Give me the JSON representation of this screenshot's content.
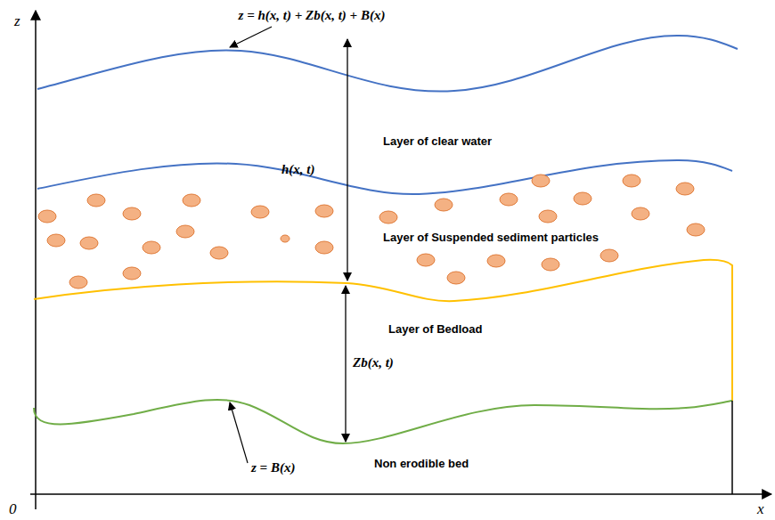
{
  "diagram": {
    "labels": [
      "z = h(x, t) + Zb(x, t) + B(x)",
      "z",
      "h(x, t)",
      "Layer of clear water",
      "Layer of Suspended sediment particles",
      "Layer of Bedload",
      "Zb(x, t)",
      "z = B(x)",
      "Non erodible bed",
      "0",
      "x"
    ]
  }
}
